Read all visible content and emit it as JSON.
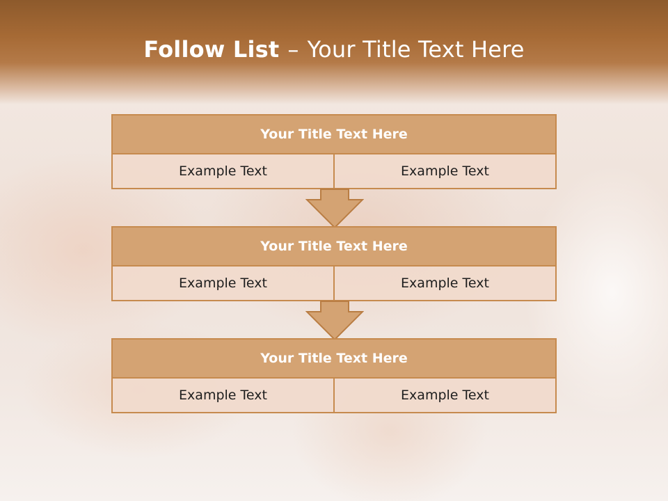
{
  "slide": {
    "title_bold": "Follow List",
    "title_sep": "–",
    "title_rest": "Your Title Text Here"
  },
  "blocks": [
    {
      "title": "Your Title Text Here",
      "left": "Example Text",
      "right": "Example Text"
    },
    {
      "title": "Your Title Text Here",
      "left": "Example Text",
      "right": "Example Text"
    },
    {
      "title": "Your Title Text Here",
      "left": "Example Text",
      "right": "Example Text"
    }
  ],
  "colors": {
    "header": "#a66a35",
    "block_fill": "#d4a373",
    "block_border": "#c68a4e",
    "cell_fill": "#f0dacc"
  },
  "icons": [
    "down-arrow-icon",
    "down-arrow-icon"
  ]
}
